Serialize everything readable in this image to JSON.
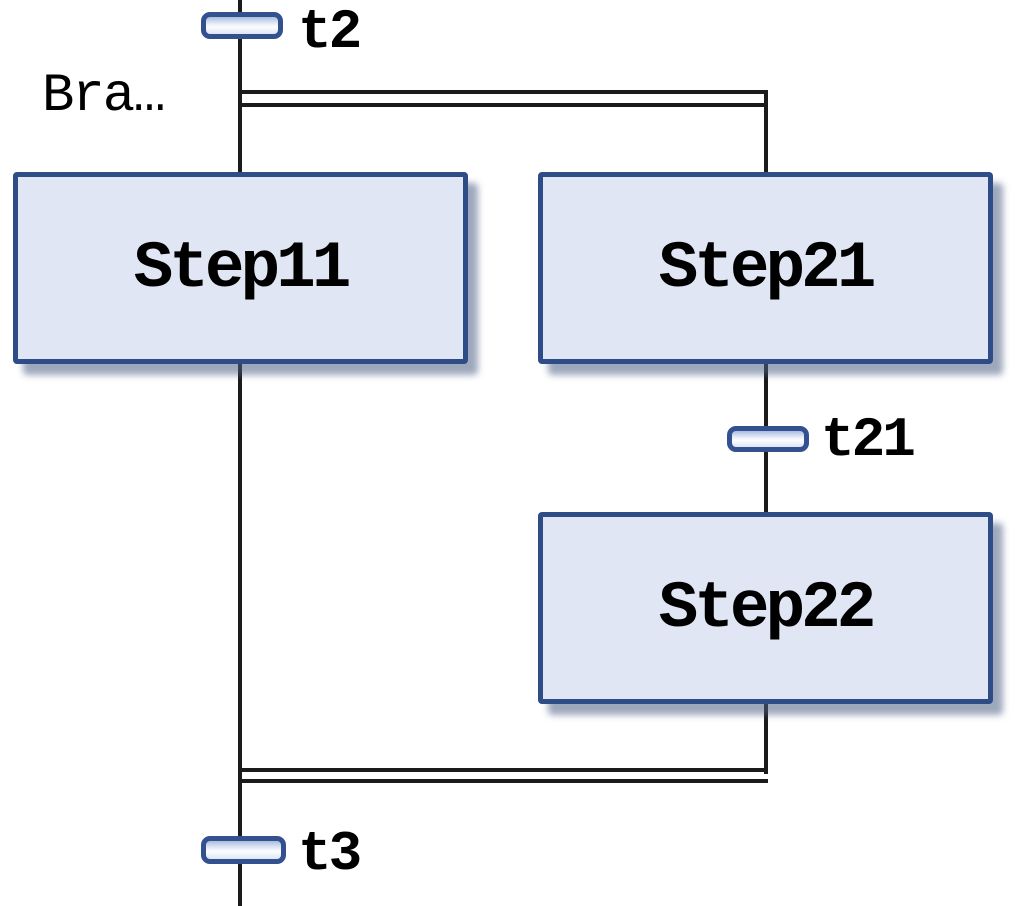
{
  "diagram": {
    "type": "sfc-parallel-branch",
    "branch_label": "Bra…",
    "steps": [
      {
        "label": "Step11"
      },
      {
        "label": "Step21"
      },
      {
        "label": "Step22"
      }
    ],
    "transitions": [
      {
        "label": "t2"
      },
      {
        "label": "t21"
      },
      {
        "label": "t3"
      }
    ],
    "colors": {
      "step_fill": "#e0e6f3",
      "step_border": "#2e4c86",
      "transition_border": "#33518f",
      "transition_fill": "#dde6f5",
      "line": "#1b1b1b",
      "text": "#000000"
    }
  }
}
